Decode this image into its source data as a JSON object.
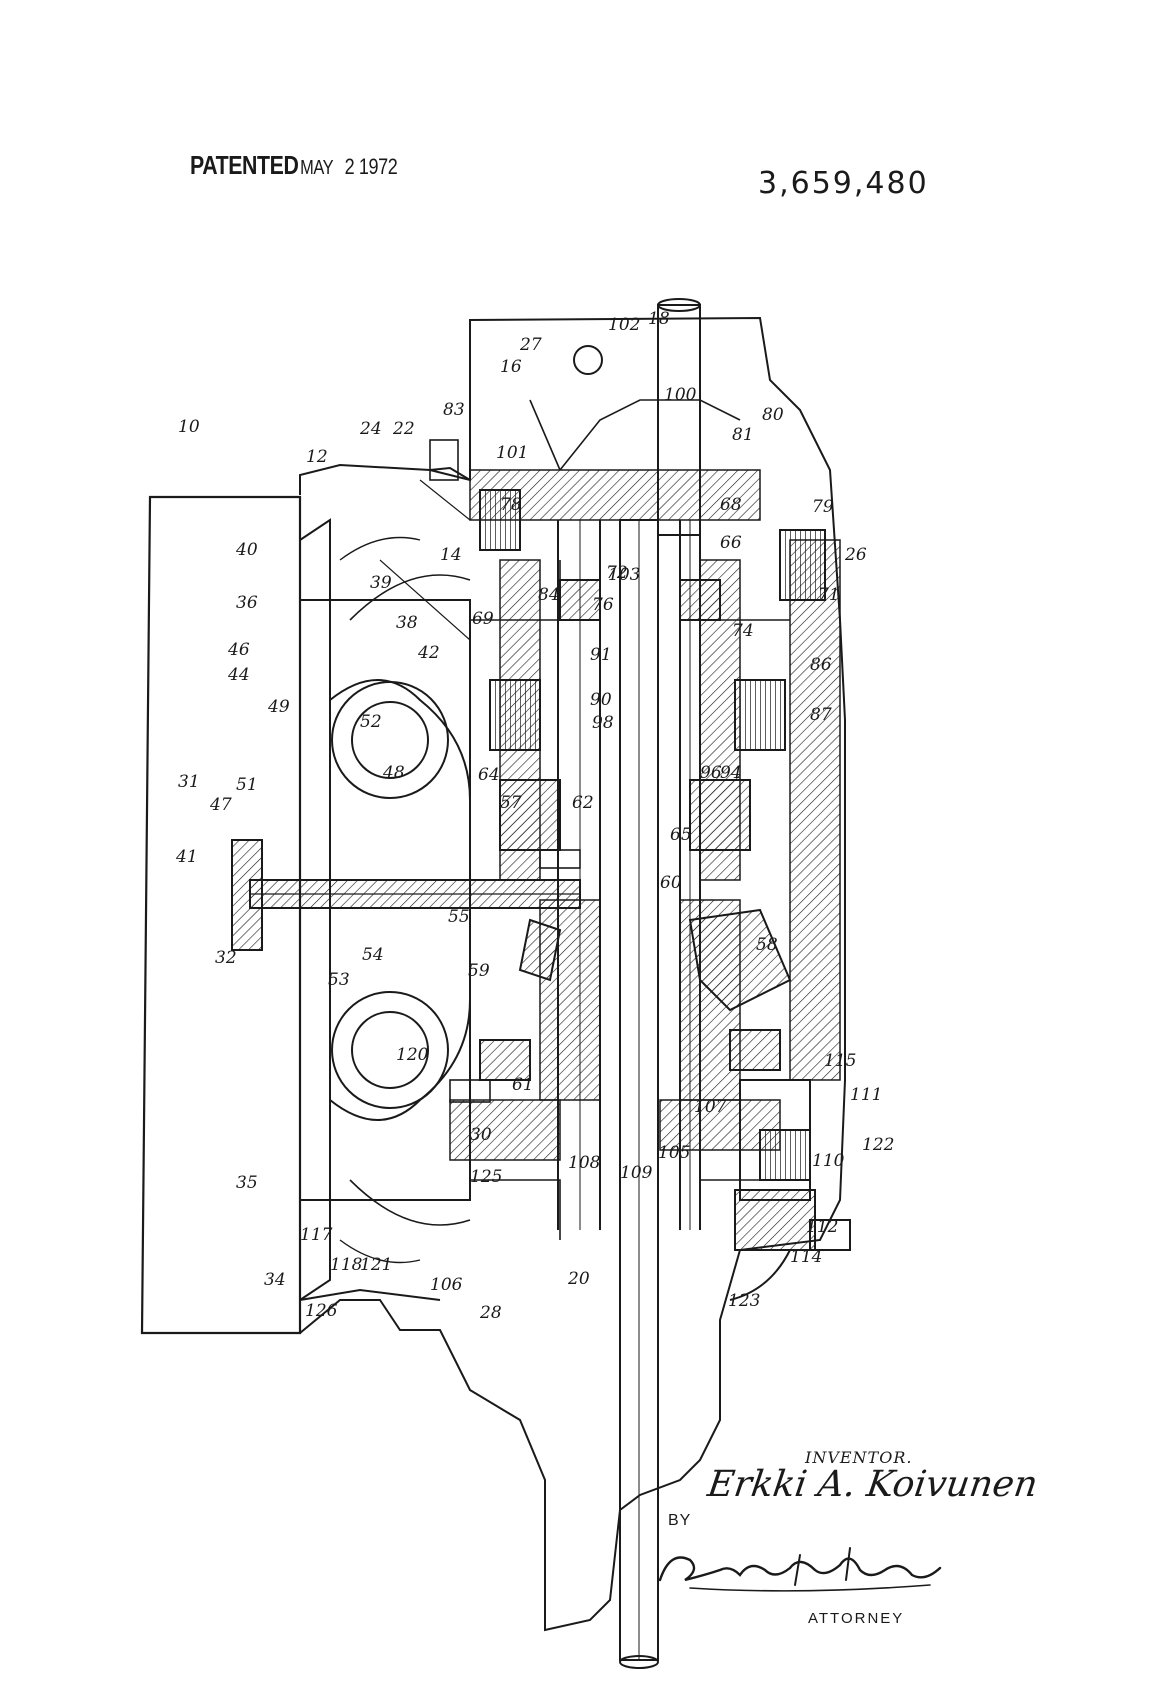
{
  "header": {
    "patented_label": "PATENTED",
    "month": "MAY",
    "date": "2 1972",
    "patent_number": "3,659,480"
  },
  "figure": {
    "reference_numerals": [
      "10",
      "12",
      "14",
      "16",
      "18",
      "20",
      "22",
      "24",
      "26",
      "27",
      "28",
      "30",
      "31",
      "32",
      "34",
      "35",
      "36",
      "38",
      "39",
      "40",
      "41",
      "42",
      "44",
      "46",
      "47",
      "48",
      "49",
      "51",
      "52",
      "53",
      "54",
      "55",
      "57",
      "58",
      "59",
      "60",
      "61",
      "62",
      "64",
      "65",
      "66",
      "68",
      "69",
      "71",
      "72",
      "74",
      "76",
      "78",
      "79",
      "80",
      "81",
      "83",
      "84",
      "86",
      "87",
      "90",
      "91",
      "94",
      "96",
      "98",
      "100",
      "101",
      "102",
      "103",
      "105",
      "106",
      "107",
      "108",
      "109",
      "110",
      "111",
      "112",
      "114",
      "115",
      "117",
      "118",
      "120",
      "121",
      "122",
      "123",
      "125",
      "126"
    ]
  },
  "footer": {
    "inventor_label": "INVENTOR.",
    "inventor_name": "Erkki A. Koivunen",
    "by_label": "BY",
    "attorney_signature": "Ronald L. Phillips",
    "attorney_label": "ATTORNEY"
  }
}
